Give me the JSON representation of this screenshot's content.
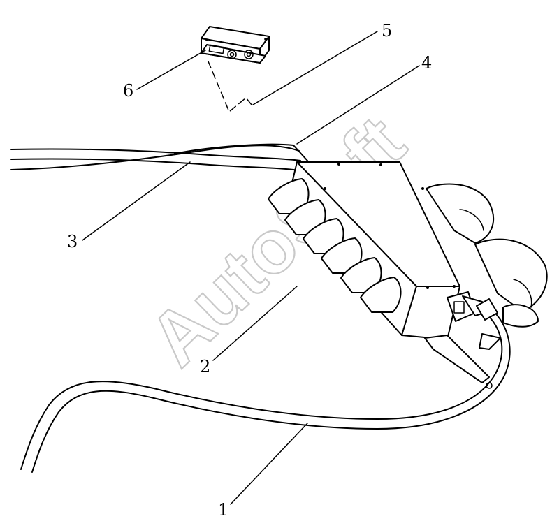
{
  "callouts": [
    {
      "id": "1",
      "text": "1"
    },
    {
      "id": "2",
      "text": "2"
    },
    {
      "id": "3",
      "text": "3"
    },
    {
      "id": "4",
      "text": "4"
    },
    {
      "id": "5",
      "text": "5"
    },
    {
      "id": "6",
      "text": "6"
    }
  ],
  "watermark": "AutoSoft",
  "colors": {
    "line": "#000000",
    "background": "#ffffff",
    "watermark": "#c9c9c9"
  }
}
